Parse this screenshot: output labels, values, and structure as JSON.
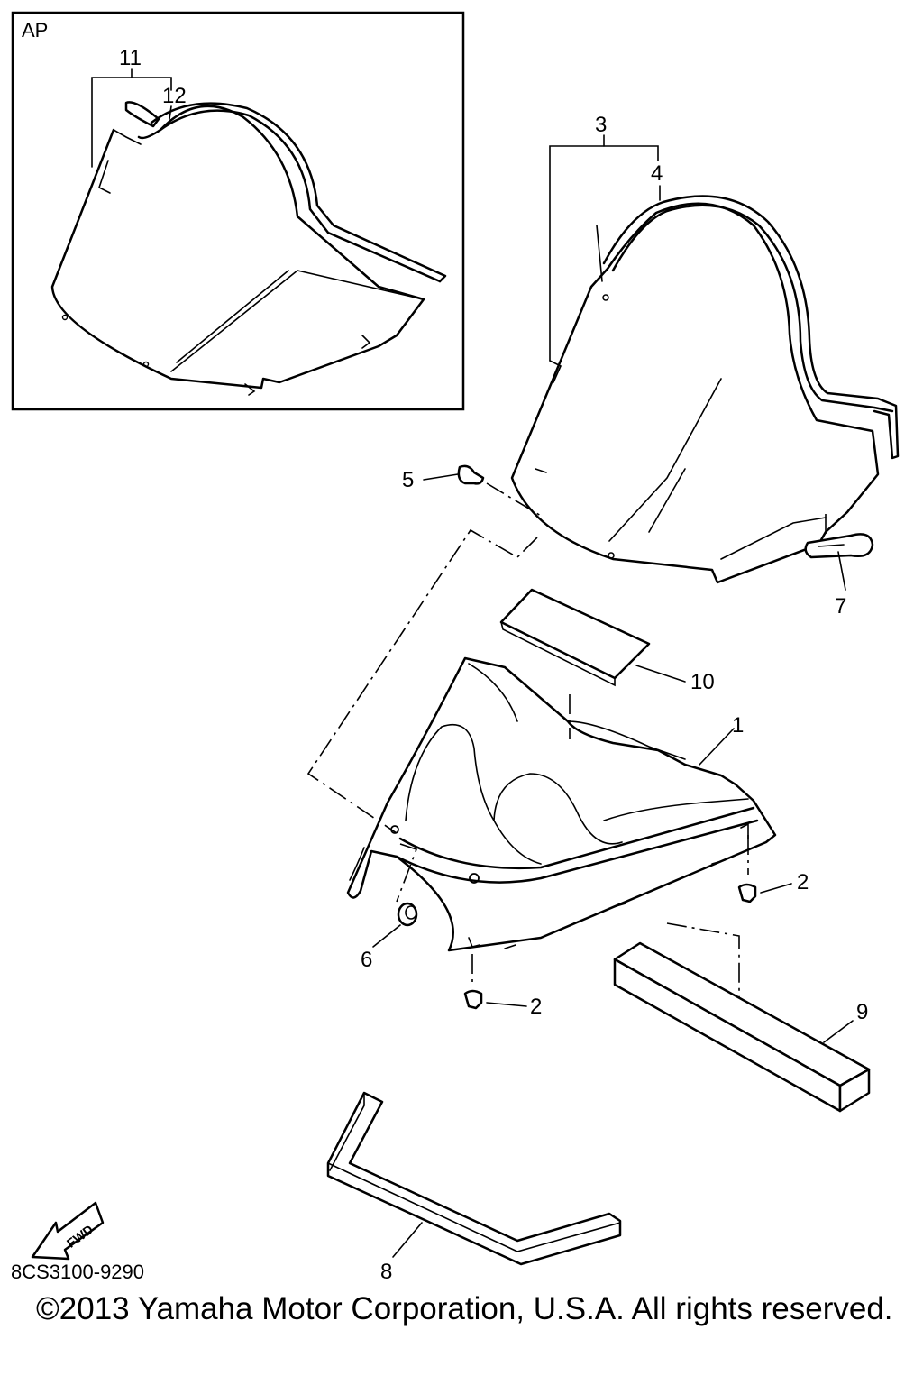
{
  "inset": {
    "label": "AP"
  },
  "callouts": {
    "c1": "1",
    "c2a": "2",
    "c2b": "2",
    "c3": "3",
    "c4": "4",
    "c5": "5",
    "c6": "6",
    "c7": "7",
    "c8": "8",
    "c9": "9",
    "c10": "10",
    "c11": "11",
    "c12": "12"
  },
  "fwd_label": "FWD",
  "part_code": "8CS3100-9290",
  "copyright": "©2013 Yamaha Motor Corporation, U.S.A. All rights reserved."
}
